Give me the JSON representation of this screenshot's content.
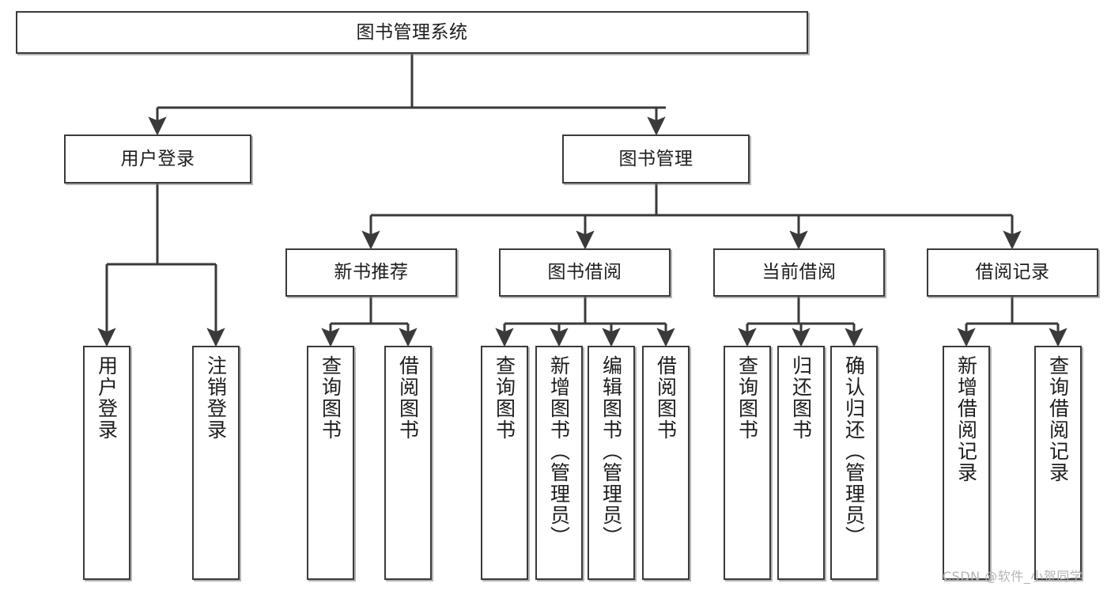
{
  "diagram": {
    "title": "图书管理系统",
    "type": "hierarchy-tree",
    "root": {
      "label": "图书管理系统"
    },
    "level2": [
      {
        "label": "用户登录"
      },
      {
        "label": "图书管理"
      }
    ],
    "level3": [
      {
        "label": "新书推荐"
      },
      {
        "label": "图书借阅"
      },
      {
        "label": "当前借阅"
      },
      {
        "label": "借阅记录"
      }
    ],
    "leaves": {
      "user_login": [
        {
          "label": "用户登录"
        },
        {
          "label": "注销登录"
        }
      ],
      "new_book": [
        {
          "label": "查询图书"
        },
        {
          "label": "借阅图书"
        }
      ],
      "borrow_book": [
        {
          "label": "查询图书"
        },
        {
          "label": "新增图书（管理员）"
        },
        {
          "label": "编辑图书（管理员）"
        },
        {
          "label": "借阅图书"
        }
      ],
      "current_borrow": [
        {
          "label": "查询图书"
        },
        {
          "label": "归还图书"
        },
        {
          "label": "确认归还（管理员）"
        }
      ],
      "borrow_record": [
        {
          "label": "新增借阅记录"
        },
        {
          "label": "查询借阅记录"
        }
      ]
    }
  },
  "watermark": {
    "text": "CSDN @软件_小贺同学"
  },
  "colors": {
    "stroke": "#3a3a3a",
    "fill": "#ffffff",
    "text": "#1d1d1d",
    "watermark": "#b4b4b4"
  }
}
